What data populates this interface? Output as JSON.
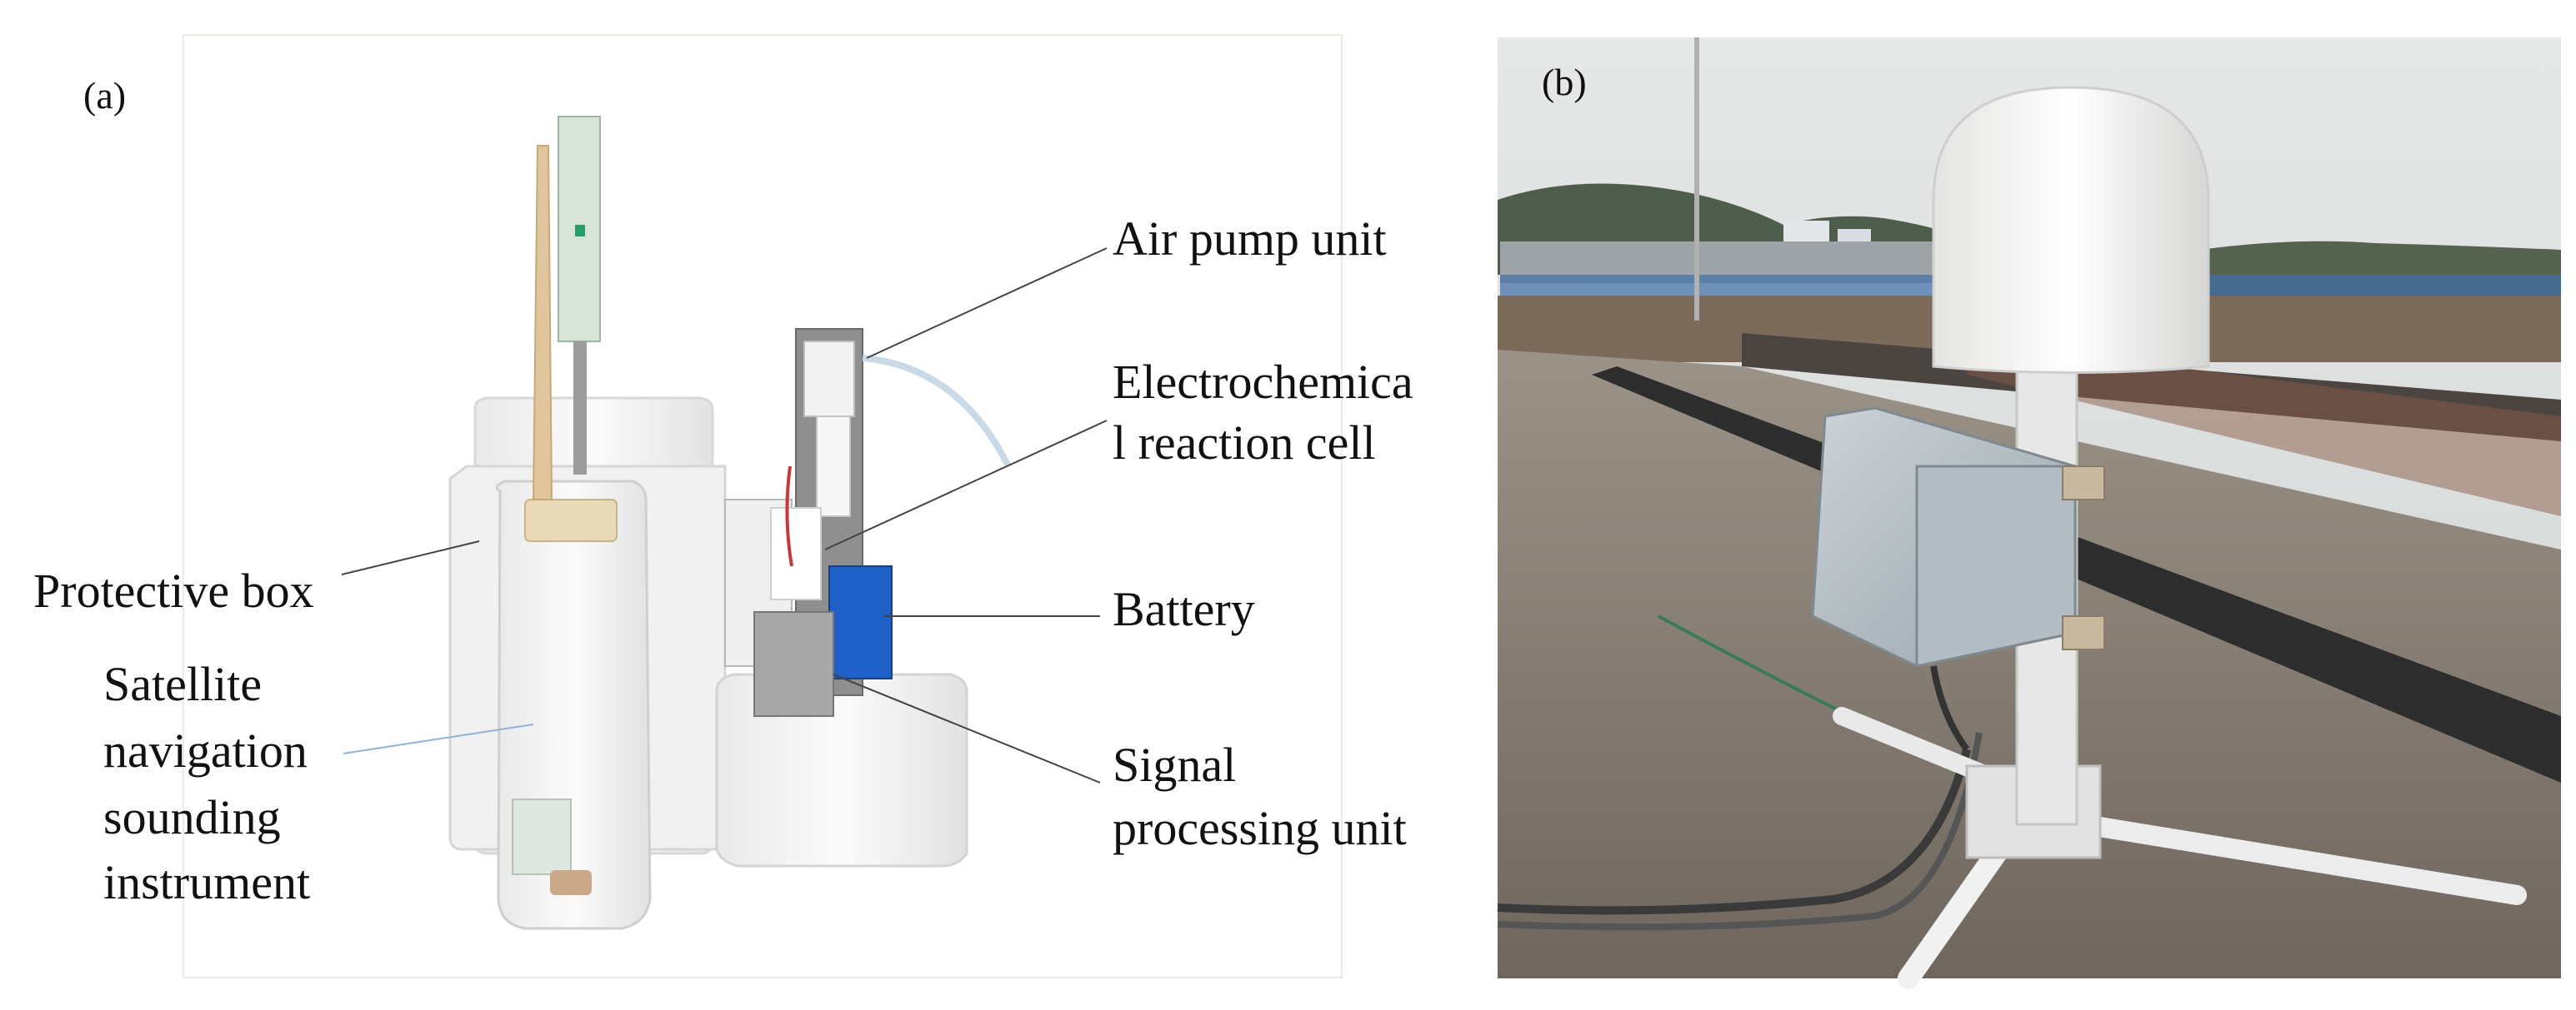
{
  "panels": {
    "a": {
      "label": "(a)"
    },
    "b": {
      "label": "(b)"
    }
  },
  "callouts": {
    "air_pump": "Air pump unit",
    "electrochemical_1": "Electrochemica",
    "electrochemical_2": "l reaction cell",
    "battery": "Battery",
    "signal_1": "Signal",
    "signal_2": "processing unit",
    "protective_box": "Protective box",
    "satellite_1": "Satellite",
    "satellite_2": "navigation",
    "satellite_3": "sounding",
    "satellite_4": "instrument"
  },
  "colors": {
    "foam_white": "#f4f4f4",
    "battery_blue": "#1f5fc8",
    "enclosure_grey": "#b8c2c8",
    "sky": "#d9dcdc",
    "roof": "#8a8176",
    "hills": "#4f5d4c",
    "dome_white": "#f2f2f0"
  }
}
